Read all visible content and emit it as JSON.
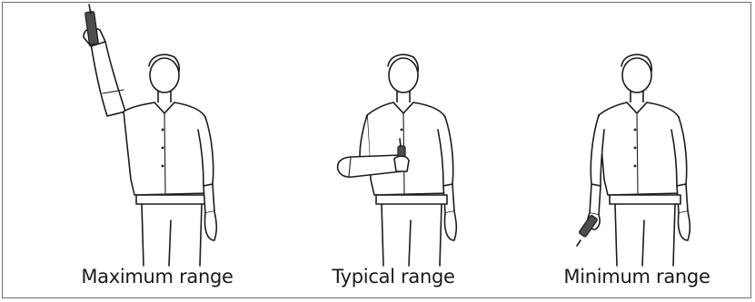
{
  "panels": [
    {
      "caption": "Maximum range",
      "radio_position": "raised overhead"
    },
    {
      "caption": "Typical range",
      "radio_position": "held at chest"
    },
    {
      "caption": "Minimum range",
      "radio_position": "held at waist"
    }
  ],
  "colors": {
    "border": "#6b6b6b",
    "line": "#1c1c1c",
    "radio": "#4d4d4d"
  }
}
